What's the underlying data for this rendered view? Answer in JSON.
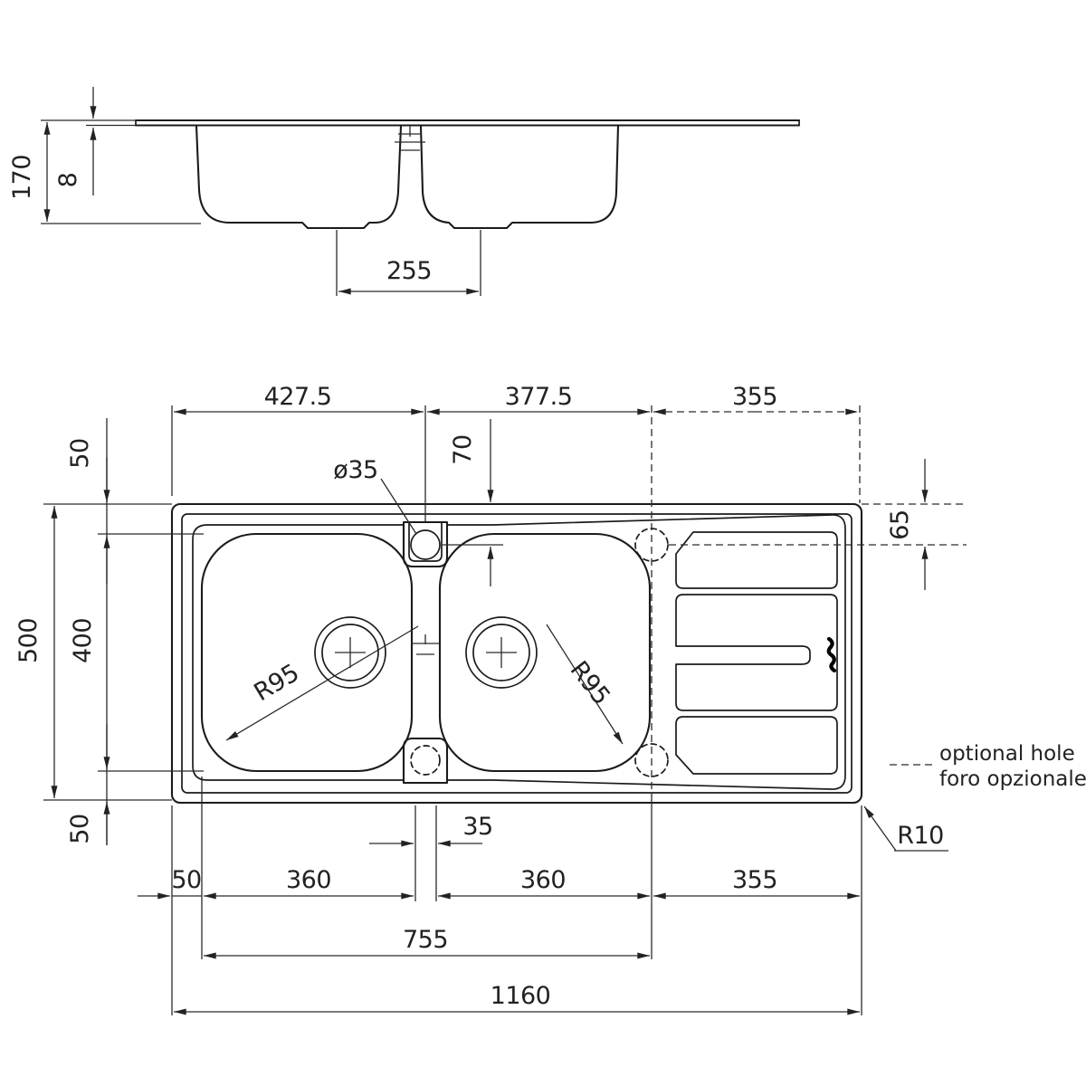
{
  "side_view": {
    "depth": "170",
    "rim": "8",
    "drain_spacing": "255"
  },
  "plan_view": {
    "top": {
      "bowl1_center": "427.5",
      "hole_span": "377.5",
      "drainer": "355"
    },
    "left": {
      "top_margin": "50",
      "overall_width": "500",
      "bowl_width": "400",
      "bottom_margin": "50"
    },
    "right": {
      "hole_offset": "65"
    },
    "center": {
      "tap_hole": "ø35",
      "tap_offset": "70",
      "radius_left": "R95",
      "radius_right": "R95"
    },
    "bottom": {
      "divider": "35",
      "left_margin": "50",
      "bowl1": "360",
      "bowl2": "360",
      "drainer": "355",
      "bowls_span": "755",
      "overall": "1160"
    },
    "notes": {
      "corner_radius": "R10",
      "optional_en": "optional hole",
      "optional_it": "foro opzionale"
    }
  },
  "colors": {
    "line": "#1b1b1b",
    "dimension": "#2b2b2b",
    "background": "#ffffff"
  }
}
